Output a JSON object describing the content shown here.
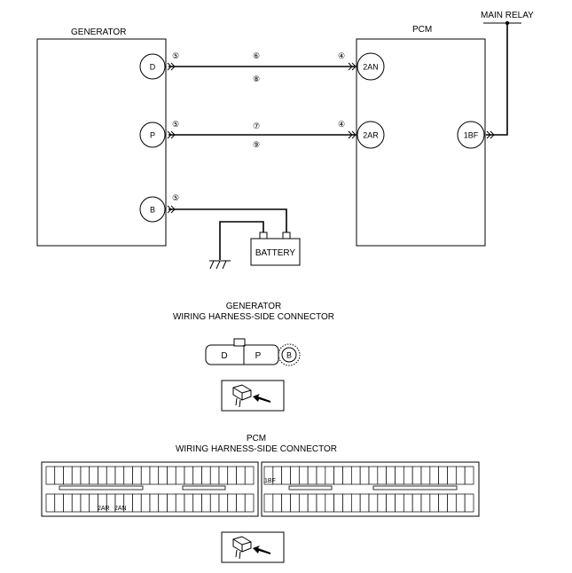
{
  "labels": {
    "generator": "GENERATOR",
    "pcm": "PCM",
    "main_relay": "MAIN RELAY",
    "battery": "BATTERY"
  },
  "generator_pins": {
    "d": "D",
    "p": "P",
    "b": "B"
  },
  "pcm_pins": {
    "an": "2AN",
    "ar": "2AR",
    "bf": "1BF"
  },
  "callouts": {
    "gen_d": "⑤",
    "gen_p": "⑤",
    "gen_b": "⑤",
    "pcm_an": "④",
    "pcm_ar": "④",
    "wire_d_top": "⑥",
    "wire_d_bottom": "⑧",
    "wire_p_top": "⑦",
    "wire_p_bottom": "⑨"
  },
  "generator_connector": {
    "title_line1": "GENERATOR",
    "title_line2": "WIRING HARNESS-SIDE CONNECTOR",
    "terminals": [
      "D",
      "P",
      "B"
    ]
  },
  "pcm_connector": {
    "title_line1": "PCM",
    "title_line2": "WIRING HARNESS-SIDE CONNECTOR",
    "label_2ar": "2AR",
    "label_2an": "2AN",
    "label_1bf": "1BF"
  }
}
